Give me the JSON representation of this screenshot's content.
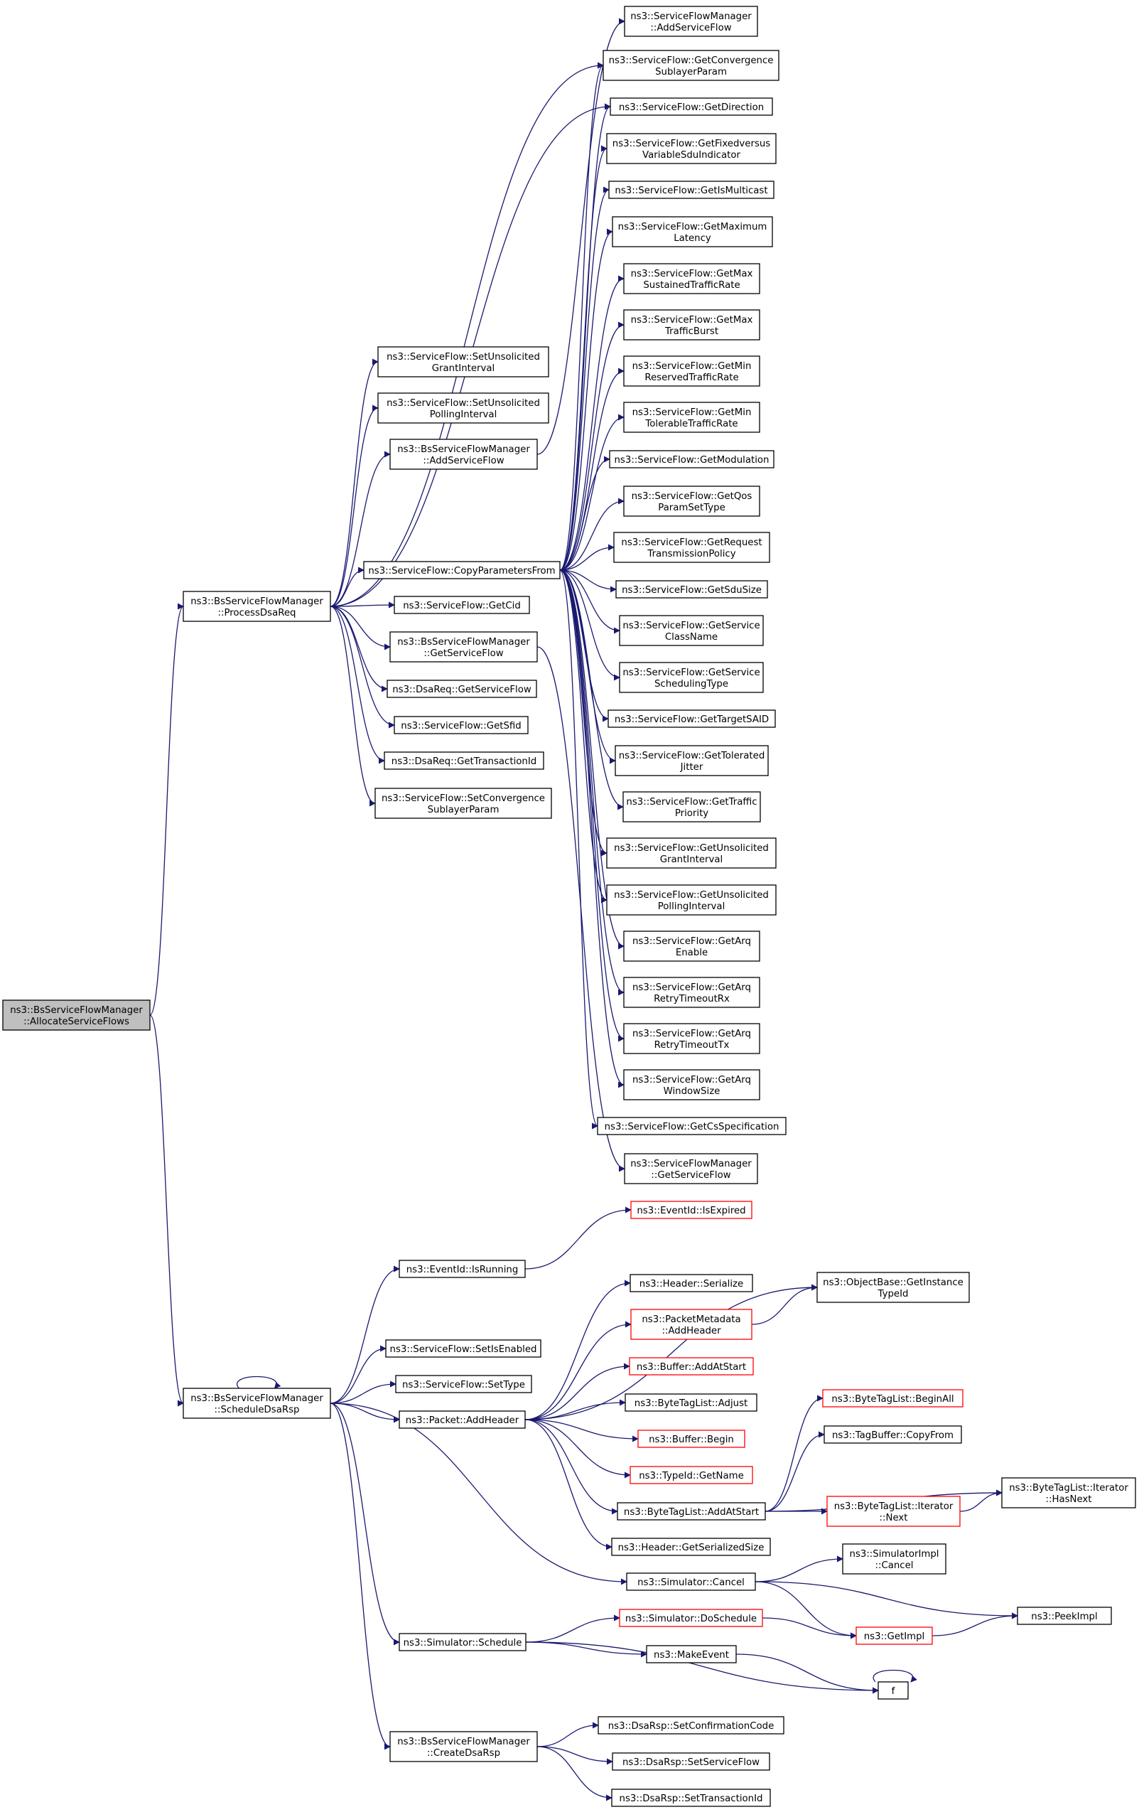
{
  "colors": {
    "edge": "#191970",
    "node_fill": "#ffffff",
    "node_stroke": "#000000",
    "truncated_stroke": "#ff0000",
    "root_fill": "#bfbfbf"
  },
  "nodes": {
    "root": {
      "lines": [
        "ns3::BsServiceFlowManager",
        "::AllocateServiceFlows"
      ],
      "style": "root"
    },
    "processDsaReq": {
      "lines": [
        "ns3::BsServiceFlowManager",
        "::ProcessDsaReq"
      ]
    },
    "scheduleDsaRsp": {
      "lines": [
        "ns3::BsServiceFlowManager",
        "::ScheduleDsaRsp"
      ]
    },
    "setUnsolGrant": {
      "lines": [
        "ns3::ServiceFlow::SetUnsolicited",
        "GrantInterval"
      ]
    },
    "setUnsolPoll": {
      "lines": [
        "ns3::ServiceFlow::SetUnsolicited",
        "PollingInterval"
      ]
    },
    "bsAddServiceFlow": {
      "lines": [
        "ns3::BsServiceFlowManager",
        "::AddServiceFlow"
      ]
    },
    "copyParams": {
      "lines": [
        "ns3::ServiceFlow::CopyParametersFrom"
      ]
    },
    "getCid": {
      "lines": [
        "ns3::ServiceFlow::GetCid"
      ]
    },
    "bsGetServiceFlow": {
      "lines": [
        "ns3::BsServiceFlowManager",
        "::GetServiceFlow"
      ]
    },
    "dsaReqGetSF": {
      "lines": [
        "ns3::DsaReq::GetServiceFlow"
      ]
    },
    "getSfid": {
      "lines": [
        "ns3::ServiceFlow::GetSfid"
      ]
    },
    "dsaReqGetTid": {
      "lines": [
        "ns3::DsaReq::GetTransactionId"
      ]
    },
    "setConvergence": {
      "lines": [
        "ns3::ServiceFlow::SetConvergence",
        "SublayerParam"
      ]
    },
    "sfmAddServiceFlow": {
      "lines": [
        "ns3::ServiceFlowManager",
        "::AddServiceFlow"
      ]
    },
    "getConvergence": {
      "lines": [
        "ns3::ServiceFlow::GetConvergence",
        "SublayerParam"
      ]
    },
    "getDirection": {
      "lines": [
        "ns3::ServiceFlow::GetDirection"
      ]
    },
    "getFixedVsVar": {
      "lines": [
        "ns3::ServiceFlow::GetFixedversus",
        "VariableSduIndicator"
      ]
    },
    "getIsMulticast": {
      "lines": [
        "ns3::ServiceFlow::GetIsMulticast"
      ]
    },
    "getMaxLatency": {
      "lines": [
        "ns3::ServiceFlow::GetMaximum",
        "Latency"
      ]
    },
    "getMaxSustained": {
      "lines": [
        "ns3::ServiceFlow::GetMax",
        "SustainedTrafficRate"
      ]
    },
    "getMaxBurst": {
      "lines": [
        "ns3::ServiceFlow::GetMax",
        "TrafficBurst"
      ]
    },
    "getMinReserved": {
      "lines": [
        "ns3::ServiceFlow::GetMin",
        "ReservedTrafficRate"
      ]
    },
    "getMinTolerable": {
      "lines": [
        "ns3::ServiceFlow::GetMin",
        "TolerableTrafficRate"
      ]
    },
    "getModulation": {
      "lines": [
        "ns3::ServiceFlow::GetModulation"
      ]
    },
    "getQos": {
      "lines": [
        "ns3::ServiceFlow::GetQos",
        "ParamSetType"
      ]
    },
    "getRequestTx": {
      "lines": [
        "ns3::ServiceFlow::GetRequest",
        "TransmissionPolicy"
      ]
    },
    "getSduSize": {
      "lines": [
        "ns3::ServiceFlow::GetSduSize"
      ]
    },
    "getClassName": {
      "lines": [
        "ns3::ServiceFlow::GetService",
        "ClassName"
      ]
    },
    "getSchedType": {
      "lines": [
        "ns3::ServiceFlow::GetService",
        "SchedulingType"
      ]
    },
    "getTargetSaid": {
      "lines": [
        "ns3::ServiceFlow::GetTargetSAID"
      ]
    },
    "getJitter": {
      "lines": [
        "ns3::ServiceFlow::GetTolerated",
        "Jitter"
      ]
    },
    "getPriority": {
      "lines": [
        "ns3::ServiceFlow::GetTraffic",
        "Priority"
      ]
    },
    "getUnsolGrant": {
      "lines": [
        "ns3::ServiceFlow::GetUnsolicited",
        "GrantInterval"
      ]
    },
    "getUnsolPoll": {
      "lines": [
        "ns3::ServiceFlow::GetUnsolicited",
        "PollingInterval"
      ]
    },
    "getArqEnable": {
      "lines": [
        "ns3::ServiceFlow::GetArq",
        "Enable"
      ]
    },
    "getArqRx": {
      "lines": [
        "ns3::ServiceFlow::GetArq",
        "RetryTimeoutRx"
      ]
    },
    "getArqTx": {
      "lines": [
        "ns3::ServiceFlow::GetArq",
        "RetryTimeoutTx"
      ]
    },
    "getArqWindow": {
      "lines": [
        "ns3::ServiceFlow::GetArq",
        "WindowSize"
      ]
    },
    "getCsSpec": {
      "lines": [
        "ns3::ServiceFlow::GetCsSpecification"
      ]
    },
    "sfmGetServiceFlow": {
      "lines": [
        "ns3::ServiceFlowManager",
        "::GetServiceFlow"
      ]
    },
    "eventIsExpired": {
      "lines": [
        "ns3::EventId::IsExpired"
      ],
      "style": "truncated"
    },
    "eventIsRunning": {
      "lines": [
        "ns3::EventId::IsRunning"
      ]
    },
    "setIsEnabled": {
      "lines": [
        "ns3::ServiceFlow::SetIsEnabled"
      ]
    },
    "setType": {
      "lines": [
        "ns3::ServiceFlow::SetType"
      ]
    },
    "packetAddHeader": {
      "lines": [
        "ns3::Packet::AddHeader"
      ]
    },
    "headerSerialize": {
      "lines": [
        "ns3::Header::Serialize"
      ]
    },
    "pmAddHeader": {
      "lines": [
        "ns3::PacketMetadata",
        "::AddHeader"
      ],
      "style": "truncated"
    },
    "objectBase": {
      "lines": [
        "ns3::ObjectBase::GetInstance",
        "TypeId"
      ]
    },
    "bufferAddAtStart": {
      "lines": [
        "ns3::Buffer::AddAtStart"
      ],
      "style": "truncated"
    },
    "btlAdjust": {
      "lines": [
        "ns3::ByteTagList::Adjust"
      ]
    },
    "bufferBegin": {
      "lines": [
        "ns3::Buffer::Begin"
      ],
      "style": "truncated"
    },
    "typeIdGetName": {
      "lines": [
        "ns3::TypeId::GetName"
      ],
      "style": "truncated"
    },
    "btlAddAtStart": {
      "lines": [
        "ns3::ByteTagList::AddAtStart"
      ]
    },
    "btlBeginAll": {
      "lines": [
        "ns3::ByteTagList::BeginAll"
      ],
      "style": "truncated"
    },
    "tagBufferCopy": {
      "lines": [
        "ns3::TagBuffer::CopyFrom"
      ]
    },
    "btlIterNext": {
      "lines": [
        "ns3::ByteTagList::Iterator",
        "::Next"
      ],
      "style": "truncated"
    },
    "btlIterHasNext": {
      "lines": [
        "ns3::ByteTagList::Iterator",
        "::HasNext"
      ]
    },
    "headerGetSize": {
      "lines": [
        "ns3::Header::GetSerializedSize"
      ]
    },
    "simCancel": {
      "lines": [
        "ns3::Simulator::Cancel"
      ]
    },
    "simImplCancel": {
      "lines": [
        "ns3::SimulatorImpl",
        "::Cancel"
      ]
    },
    "peekImpl": {
      "lines": [
        "ns3::PeekImpl"
      ]
    },
    "simSchedule": {
      "lines": [
        "ns3::Simulator::Schedule"
      ]
    },
    "simDoSchedule": {
      "lines": [
        "ns3::Simulator::DoSchedule"
      ],
      "style": "truncated"
    },
    "getImpl": {
      "lines": [
        "ns3::GetImpl"
      ],
      "style": "truncated"
    },
    "makeEvent": {
      "lines": [
        "ns3::MakeEvent"
      ]
    },
    "f": {
      "lines": [
        "f"
      ]
    },
    "createDsaRsp": {
      "lines": [
        "ns3::BsServiceFlowManager",
        "::CreateDsaRsp"
      ]
    },
    "dsaRspConfirm": {
      "lines": [
        "ns3::DsaRsp::SetConfirmationCode"
      ]
    },
    "dsaRspSetSF": {
      "lines": [
        "ns3::DsaRsp::SetServiceFlow"
      ]
    },
    "dsaRspSetTid": {
      "lines": [
        "ns3::DsaRsp::SetTransactionId"
      ]
    }
  },
  "edges": [
    [
      "root",
      "processDsaReq"
    ],
    [
      "root",
      "scheduleDsaRsp"
    ],
    [
      "processDsaReq",
      "setUnsolGrant"
    ],
    [
      "processDsaReq",
      "setUnsolPoll"
    ],
    [
      "processDsaReq",
      "bsAddServiceFlow"
    ],
    [
      "processDsaReq",
      "copyParams"
    ],
    [
      "processDsaReq",
      "getCid"
    ],
    [
      "processDsaReq",
      "bsGetServiceFlow"
    ],
    [
      "processDsaReq",
      "dsaReqGetSF"
    ],
    [
      "processDsaReq",
      "getSfid"
    ],
    [
      "processDsaReq",
      "dsaReqGetTid"
    ],
    [
      "processDsaReq",
      "setConvergence"
    ],
    [
      "processDsaReq",
      "getConvergence"
    ],
    [
      "processDsaReq",
      "getDirection"
    ],
    [
      "bsAddServiceFlow",
      "sfmAddServiceFlow"
    ],
    [
      "bsGetServiceFlow",
      "sfmGetServiceFlow"
    ],
    [
      "copyParams",
      "getConvergence"
    ],
    [
      "copyParams",
      "getDirection"
    ],
    [
      "copyParams",
      "getFixedVsVar"
    ],
    [
      "copyParams",
      "getIsMulticast"
    ],
    [
      "copyParams",
      "getMaxLatency"
    ],
    [
      "copyParams",
      "getMaxSustained"
    ],
    [
      "copyParams",
      "getMaxBurst"
    ],
    [
      "copyParams",
      "getMinReserved"
    ],
    [
      "copyParams",
      "getMinTolerable"
    ],
    [
      "copyParams",
      "getModulation"
    ],
    [
      "copyParams",
      "getQos"
    ],
    [
      "copyParams",
      "getRequestTx"
    ],
    [
      "copyParams",
      "getSduSize"
    ],
    [
      "copyParams",
      "getClassName"
    ],
    [
      "copyParams",
      "getSchedType"
    ],
    [
      "copyParams",
      "getTargetSaid"
    ],
    [
      "copyParams",
      "getJitter"
    ],
    [
      "copyParams",
      "getPriority"
    ],
    [
      "copyParams",
      "getUnsolGrant"
    ],
    [
      "copyParams",
      "getUnsolPoll"
    ],
    [
      "copyParams",
      "getArqEnable"
    ],
    [
      "copyParams",
      "getArqRx"
    ],
    [
      "copyParams",
      "getArqTx"
    ],
    [
      "copyParams",
      "getArqWindow"
    ],
    [
      "copyParams",
      "getCsSpec"
    ],
    [
      "scheduleDsaRsp",
      "scheduleDsaRsp"
    ],
    [
      "scheduleDsaRsp",
      "eventIsRunning"
    ],
    [
      "scheduleDsaRsp",
      "setIsEnabled"
    ],
    [
      "scheduleDsaRsp",
      "setType"
    ],
    [
      "scheduleDsaRsp",
      "packetAddHeader"
    ],
    [
      "scheduleDsaRsp",
      "simCancel"
    ],
    [
      "scheduleDsaRsp",
      "simSchedule"
    ],
    [
      "scheduleDsaRsp",
      "createDsaRsp"
    ],
    [
      "eventIsRunning",
      "eventIsExpired"
    ],
    [
      "packetAddHeader",
      "objectBase"
    ],
    [
      "packetAddHeader",
      "headerSerialize"
    ],
    [
      "packetAddHeader",
      "pmAddHeader"
    ],
    [
      "packetAddHeader",
      "bufferAddAtStart"
    ],
    [
      "packetAddHeader",
      "btlAdjust"
    ],
    [
      "packetAddHeader",
      "bufferBegin"
    ],
    [
      "packetAddHeader",
      "typeIdGetName"
    ],
    [
      "packetAddHeader",
      "btlAddAtStart"
    ],
    [
      "packetAddHeader",
      "headerGetSize"
    ],
    [
      "pmAddHeader",
      "objectBase"
    ],
    [
      "btlAddAtStart",
      "btlBeginAll"
    ],
    [
      "btlAddAtStart",
      "tagBufferCopy"
    ],
    [
      "btlAddAtStart",
      "btlIterNext"
    ],
    [
      "btlAddAtStart",
      "btlIterHasNext"
    ],
    [
      "btlIterNext",
      "btlIterHasNext"
    ],
    [
      "simCancel",
      "simImplCancel"
    ],
    [
      "simCancel",
      "peekImpl"
    ],
    [
      "simCancel",
      "getImpl"
    ],
    [
      "simSchedule",
      "simDoSchedule"
    ],
    [
      "simSchedule",
      "makeEvent"
    ],
    [
      "simSchedule",
      "f"
    ],
    [
      "simDoSchedule",
      "getImpl"
    ],
    [
      "getImpl",
      "peekImpl"
    ],
    [
      "makeEvent",
      "f"
    ],
    [
      "f",
      "f"
    ],
    [
      "createDsaRsp",
      "dsaRspConfirm"
    ],
    [
      "createDsaRsp",
      "dsaRspSetSF"
    ],
    [
      "createDsaRsp",
      "dsaRspSetTid"
    ]
  ]
}
